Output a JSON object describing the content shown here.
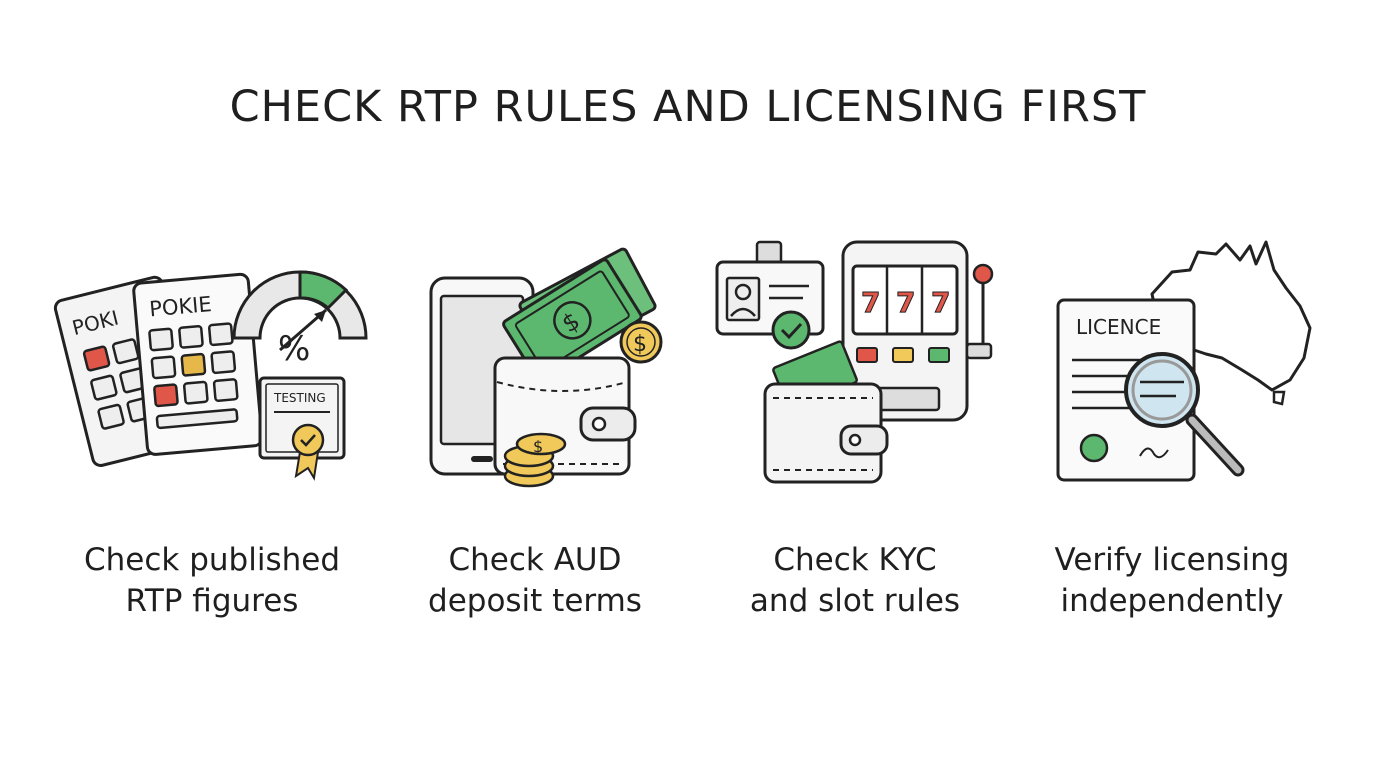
{
  "title": "CHECK RTP RULES AND LICENSING FIRST",
  "colors": {
    "ink": "#222222",
    "green": "#5cb86e",
    "red": "#e0574a",
    "yellow": "#e6b84a",
    "gray": "#e6e6e6",
    "gold": "#f0c95a"
  },
  "panels": [
    {
      "caption_line1": "Check published",
      "caption_line2": "RTP figures",
      "icon": "pokie-rtp-icon",
      "labels": {
        "card_back": "POKI",
        "card_front": "POKIE",
        "gauge": "%",
        "certificate": "TESTING"
      }
    },
    {
      "caption_line1": "Check AUD",
      "caption_line2": "deposit terms",
      "icon": "wallet-deposit-icon",
      "labels": {
        "currency": "$"
      }
    },
    {
      "caption_line1": "Check KYC",
      "caption_line2": "and slot rules",
      "icon": "kyc-slot-icon",
      "labels": {
        "reels": "7"
      }
    },
    {
      "caption_line1": "Verify licensing",
      "caption_line2": "independently",
      "icon": "licence-verify-icon",
      "labels": {
        "document": "LICENCE"
      }
    }
  ]
}
